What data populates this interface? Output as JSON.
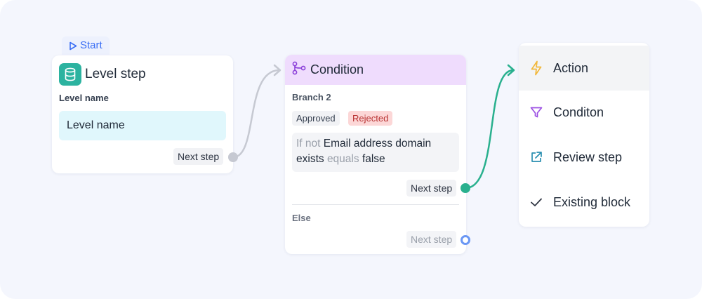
{
  "start": {
    "label": "Start",
    "icon": "play-outline-icon"
  },
  "level_step": {
    "title": "Level step",
    "icon": "database-icon",
    "field_label": "Level name",
    "field_value": "Level name",
    "next_label": "Next step"
  },
  "condition": {
    "title": "Condition",
    "icon": "branch-icon",
    "branch_label": "Branch 2",
    "tags": [
      "Approved",
      "Rejected"
    ],
    "rule": {
      "prefix": "If not",
      "field": "Email address domain exists",
      "operator": "equals",
      "value": "false"
    },
    "next_label": "Next step",
    "else_label": "Else",
    "else_next_label": "Next step"
  },
  "menu": {
    "items": [
      {
        "label": "Action",
        "icon": "lightning-icon",
        "active": true
      },
      {
        "label": "Conditon",
        "icon": "filter-icon",
        "active": false
      },
      {
        "label": "Review step",
        "icon": "external-link-icon",
        "active": false
      },
      {
        "label": "Existing block",
        "icon": "check-icon",
        "active": false
      }
    ]
  },
  "colors": {
    "background": "#f4f6fd",
    "start_blue": "#3b6ff5",
    "level_icon_teal": "#2cb3a0",
    "level_input_bg": "#e0f7fc",
    "condition_header": "#efdcfd",
    "rejected_bg": "#fcd7d7",
    "connector_green": "#29b08e",
    "connector_gray": "#c6c9d2"
  }
}
